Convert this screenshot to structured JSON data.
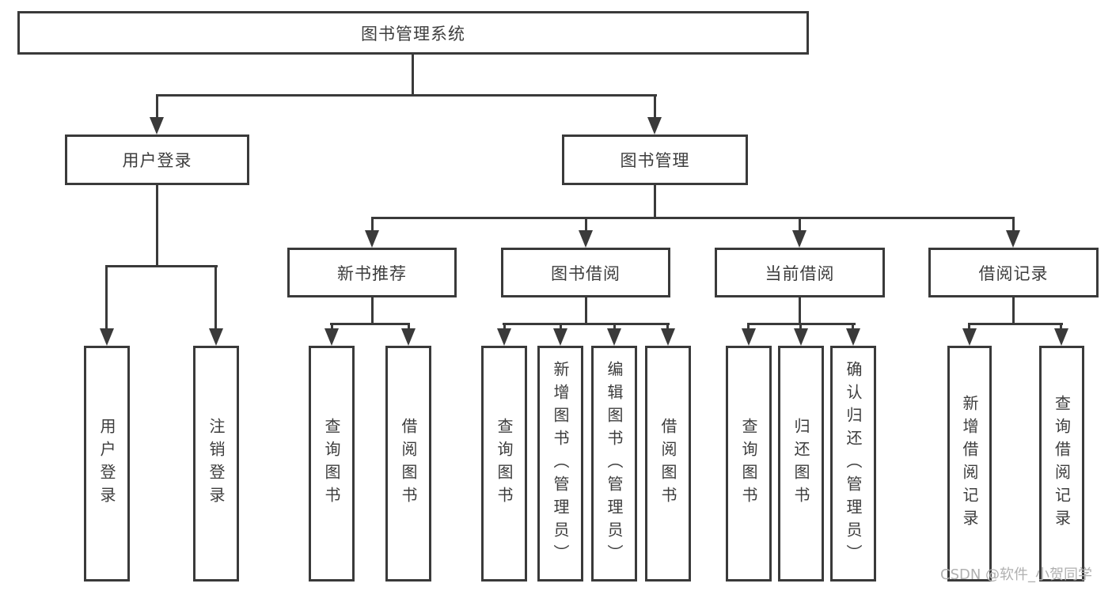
{
  "diagram": {
    "title": "图书管理系统",
    "tree": {
      "label": "图书管理系统",
      "children": [
        {
          "label": "用户登录",
          "children": [
            {
              "label": "用户登录"
            },
            {
              "label": "注销登录"
            }
          ]
        },
        {
          "label": "图书管理",
          "children": [
            {
              "label": "新书推荐",
              "children": [
                {
                  "label": "查询图书"
                },
                {
                  "label": "借阅图书"
                }
              ]
            },
            {
              "label": "图书借阅",
              "children": [
                {
                  "label": "查询图书"
                },
                {
                  "label": "新增图书（管理员）"
                },
                {
                  "label": "编辑图书（管理员）"
                },
                {
                  "label": "借阅图书"
                }
              ]
            },
            {
              "label": "当前借阅",
              "children": [
                {
                  "label": "查询图书"
                },
                {
                  "label": "归还图书"
                },
                {
                  "label": "确认归还（管理员）"
                }
              ]
            },
            {
              "label": "借阅记录",
              "children": [
                {
                  "label": "新增借阅记录"
                },
                {
                  "label": "查询借阅记录"
                }
              ]
            }
          ]
        }
      ]
    },
    "watermark": "CSDN @软件_小贺同学",
    "colors": {
      "line": "#3a3a3a",
      "border": "#3a3a3a",
      "text": "#3d3d3d",
      "watermark": "#b0b0b0",
      "background": "#ffffff"
    }
  }
}
